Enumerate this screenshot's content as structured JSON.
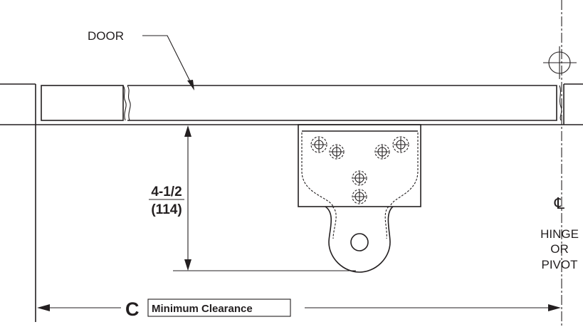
{
  "labels": {
    "door": "DOOR",
    "dim_fraction": "4-1/2",
    "dim_metric": "(114)",
    "centerline_symbol": "℄",
    "hinge_line1": "HINGE",
    "hinge_line2": "OR",
    "hinge_line3": "PIVOT",
    "clearance_letter": "C",
    "clearance_text": "Minimum Clearance"
  }
}
